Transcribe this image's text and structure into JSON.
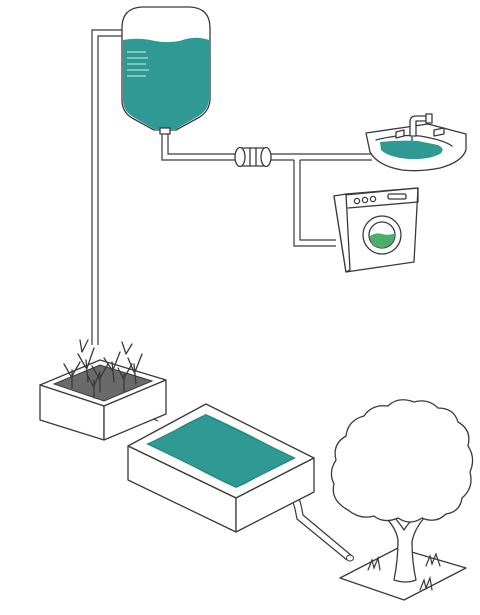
{
  "diagram": {
    "components": [
      {
        "id": "storage-tank",
        "role": "elevated water storage tank"
      },
      {
        "id": "inline-filter",
        "role": "inline pipe filter"
      },
      {
        "id": "sink",
        "role": "wash basin with faucet"
      },
      {
        "id": "washing-machine",
        "role": "washing machine"
      },
      {
        "id": "reed-bed",
        "role": "planted filter box"
      },
      {
        "id": "settling-pond",
        "role": "open water basin"
      },
      {
        "id": "tree",
        "role": "irrigated tree"
      }
    ],
    "colors": {
      "water": "#2e9a93",
      "water_dark": "#26847e",
      "ink": "#3a3a3a",
      "soil": "#6a6a6a",
      "drum_water": "#4cae6a",
      "paper": "#ffffff"
    }
  }
}
